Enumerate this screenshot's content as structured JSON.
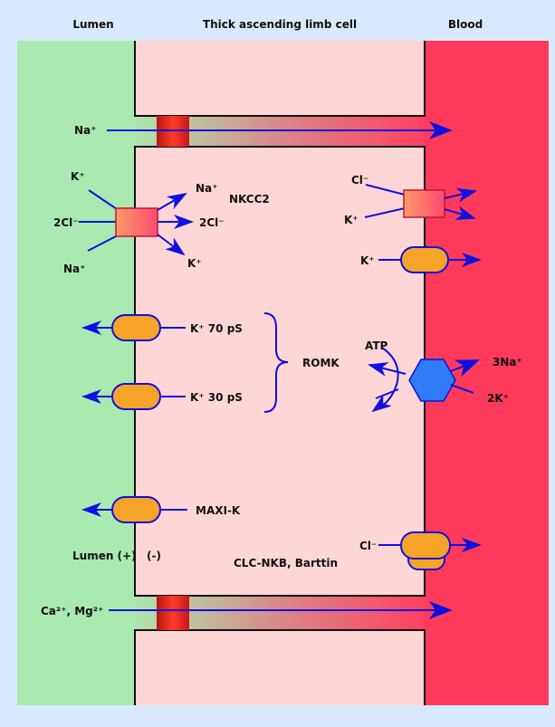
{
  "headers": {
    "lumen": "Lumen",
    "cell": "Thick ascending limb cell",
    "blood": "Blood"
  },
  "colors": {
    "background": "#d8e9fd",
    "lumen": "#aaeab0",
    "cell": "#ffd6d6",
    "blood": "#ff3b5a",
    "arrow": "#1010e0",
    "channel": "#f5a428",
    "pump": "#2f7cf6",
    "cotransporter": "#ff5a6a"
  },
  "paracellular": {
    "top_ion": "Na⁺",
    "bottom_ion": "Ca²⁺, Mg²⁺"
  },
  "nkcc2": {
    "name": "NKCC2",
    "in_k": "K⁺",
    "in_cl": "2Cl⁻",
    "in_na": "Na⁺",
    "out_na": "Na⁺",
    "out_cl": "2Cl⁻",
    "out_k": "K⁺"
  },
  "basolateral_kcl": {
    "cl": "Cl⁻",
    "k": "K⁺"
  },
  "basolateral_k_channel": {
    "k": "K⁺"
  },
  "romk": {
    "name": "ROMK",
    "channel_70": "K⁺ 70 pS",
    "channel_30": "K⁺ 30 pS"
  },
  "na_k_atpase": {
    "atp": "ATP",
    "out": "3Na⁺",
    "in": "2K⁺"
  },
  "maxi_k": {
    "name": "MAXI-K"
  },
  "potential": {
    "lumen": "Lumen (+)",
    "cell": "(-)"
  },
  "clc": {
    "name": "CLC-NKB, Barttin",
    "cl": "Cl⁻"
  }
}
